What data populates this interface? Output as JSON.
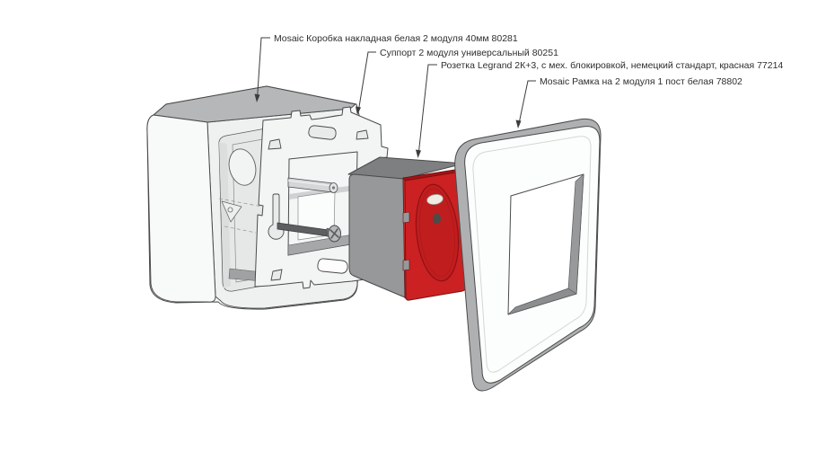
{
  "diagram": {
    "background_color": "#ffffff",
    "leader_line_color": "#3c3c3c",
    "labels": [
      {
        "id": "mounting-box",
        "text": "Mosaic Коробка накладная белая 2 модуля 40мм 80281"
      },
      {
        "id": "support-frame",
        "text": "Суппорт 2 модуля универсальный 80251"
      },
      {
        "id": "socket",
        "text": "Розетка Legrand 2К+3, с мех. блокировкой, немецкий стандарт, красная 77214"
      },
      {
        "id": "cover-frame",
        "text": "Mosaic Рамка на 2 модуля 1 пост белая 78802"
      }
    ],
    "colors": {
      "socket_red": "#cb2123",
      "socket_red_dark": "#a21416",
      "socket_body_gray": "#96989a",
      "socket_top_gray": "#7d7f80",
      "box_top_gray": "#b5b7b8",
      "plate_white": "#f3f4f4",
      "frame_white": "#fcfdfd",
      "frame_edge_gray": "#aeb0b1",
      "outline": "#4a4a4a"
    }
  }
}
